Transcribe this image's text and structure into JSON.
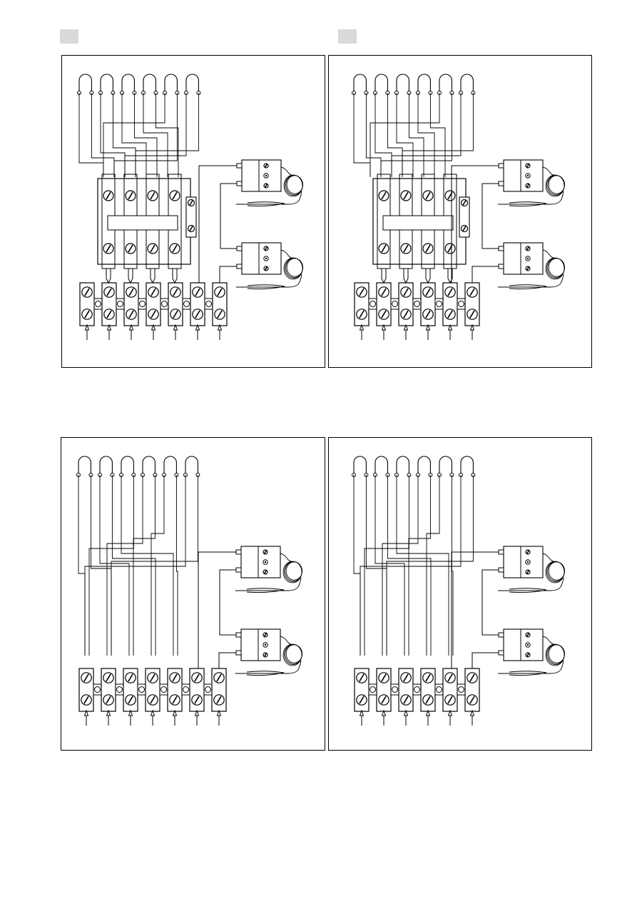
{
  "page": {
    "tag_color": "#d9d9d9",
    "line_color": "#000000"
  },
  "diagrams": [
    {
      "id": "top-left",
      "heaters": 6,
      "switch": true,
      "pilot": true,
      "thermostats": 2,
      "terminals": 7
    },
    {
      "id": "top-right",
      "heaters": 6,
      "switch": true,
      "pilot": true,
      "thermostats": 2,
      "terminals": 6
    },
    {
      "id": "bottom-left",
      "heaters": 6,
      "switch": false,
      "pilot": false,
      "thermostats": 2,
      "terminals": 7
    },
    {
      "id": "bottom-right",
      "heaters": 6,
      "switch": false,
      "pilot": false,
      "thermostats": 2,
      "terminals": 6
    }
  ]
}
